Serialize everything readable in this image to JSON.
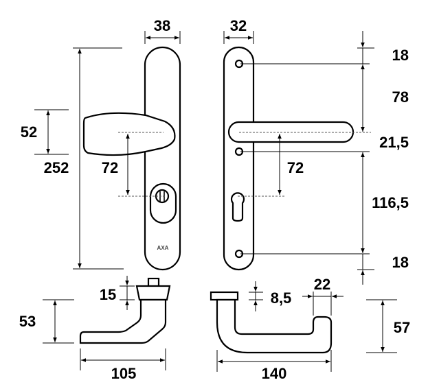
{
  "brand_logo": "AXA",
  "front_view_knob": {
    "width": "38",
    "height": "252",
    "knob_height": "52",
    "center_distance": "72"
  },
  "front_view_lever": {
    "width": "32",
    "center_distance": "72",
    "vertical_dims": [
      "18",
      "78",
      "21,5",
      "116,5",
      "18"
    ]
  },
  "side_view_knob": {
    "rose_height": "15",
    "projection": "53",
    "length": "105"
  },
  "side_view_lever": {
    "rose_height": "8,5",
    "grip_width": "22",
    "projection": "57",
    "length": "140"
  },
  "colors": {
    "line": "#000000",
    "background": "#ffffff"
  }
}
